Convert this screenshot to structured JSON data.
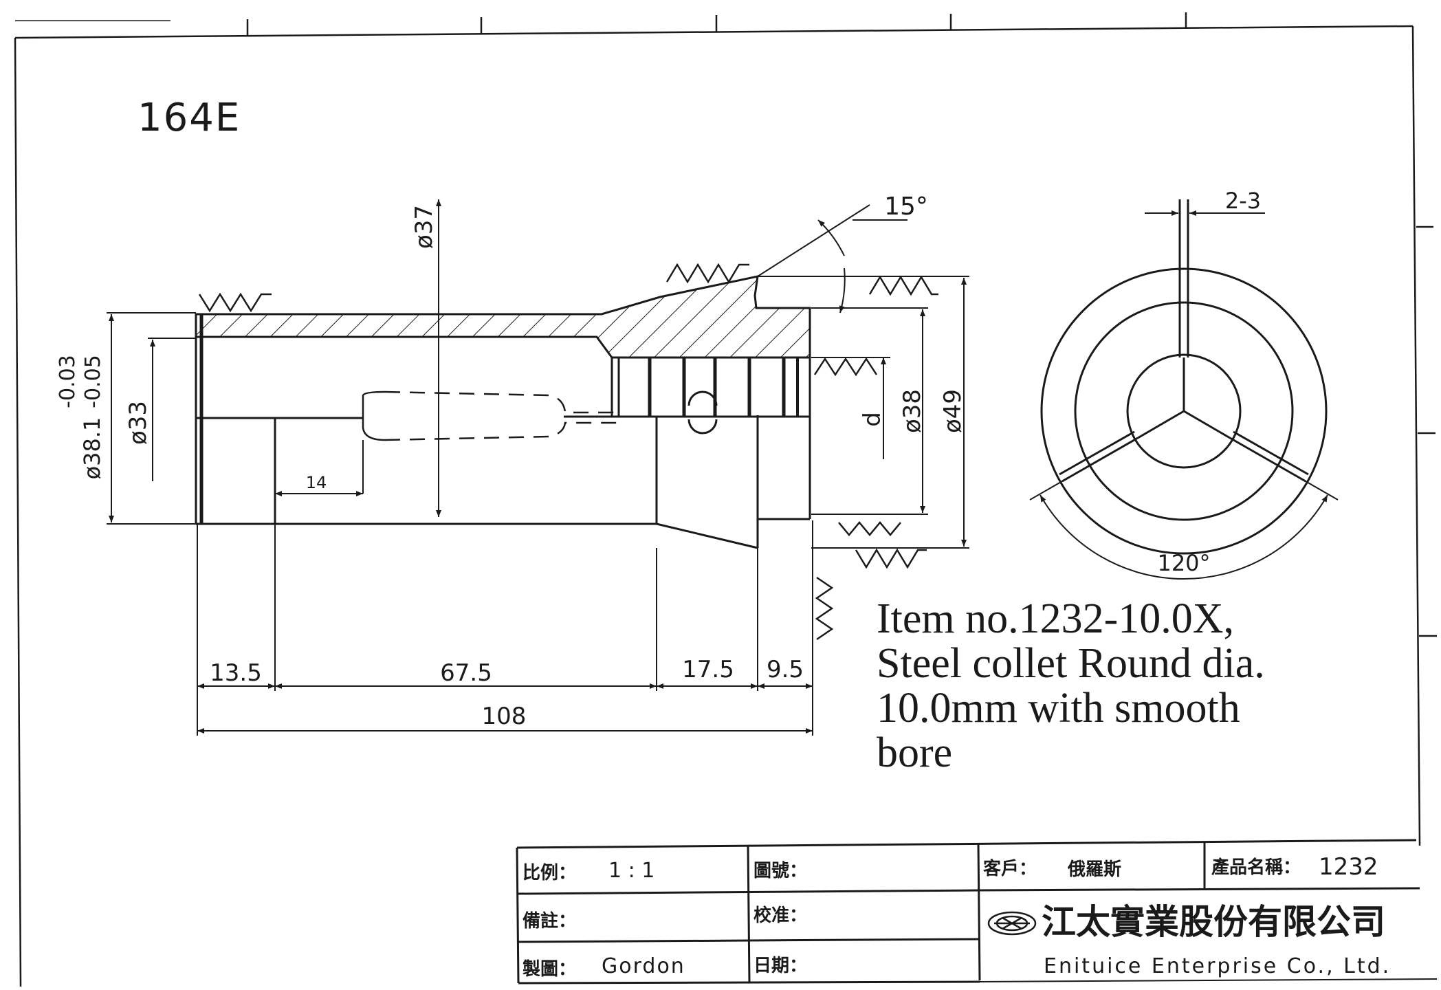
{
  "drawing": {
    "part_code": "164E",
    "dims": {
      "d37": "ø37",
      "d38_1": "ø38.1",
      "tol_upper": "-0.03",
      "tol_lower": "-0.05",
      "d33": "ø33",
      "d38": "ø38",
      "d49": "ø49",
      "bore": "d",
      "len14": "14",
      "len13_5": "13.5",
      "len67_5": "67.5",
      "len17_5": "17.5",
      "len9_5": "9.5",
      "len108": "108",
      "angle15": "15°",
      "slot": "2-3",
      "angle120": "120°"
    },
    "note": [
      "Item no.1232-10.0X,",
      "Steel collet Round dia.",
      "10.0mm with smooth",
      "bore"
    ]
  },
  "title_block": {
    "scale_label": "比例：",
    "scale_value": "1 : 1",
    "drawing_no_label": "圖號：",
    "customer_label": "客戶：",
    "customer_value": "俄羅斯",
    "product_label": "產品名稱：",
    "product_value": "1232",
    "remark_label": "備註：",
    "check_label": "校准：",
    "drawn_label": "製圖：",
    "drawn_value": "Gordon",
    "date_label": "日期：",
    "company_cn": "江太實業股份有限公司",
    "company_en": "Enituice Enterprise Co., Ltd."
  },
  "colors": {
    "ink": "#1a1a1a",
    "paper": "#ffffff"
  }
}
